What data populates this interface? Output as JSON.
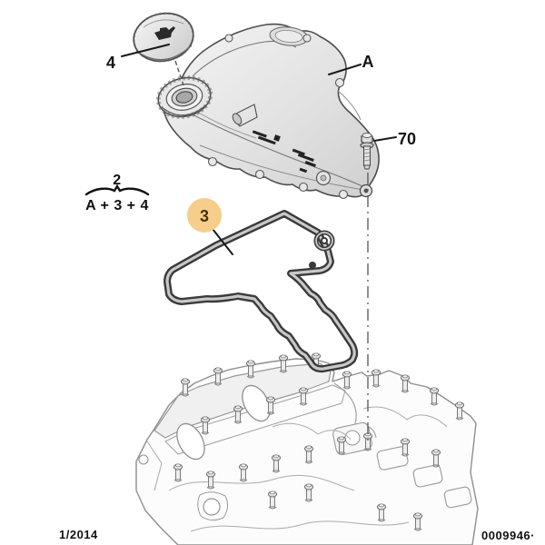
{
  "diagram": {
    "callouts": {
      "cap": "4",
      "cover": "A",
      "bolt": "70",
      "gasket": "3"
    },
    "formula": {
      "numerator": "2",
      "denominator": "A + 3 + 4"
    },
    "footer": {
      "date": "1/2014",
      "code": "0009946·"
    },
    "colors": {
      "highlight": "#F6CD8B",
      "gasket_line": "#3a3a3a",
      "ink": "#111111",
      "engine_line": "#8f8f8f"
    },
    "icons": {
      "cap_top": "oil-can-icon"
    }
  }
}
